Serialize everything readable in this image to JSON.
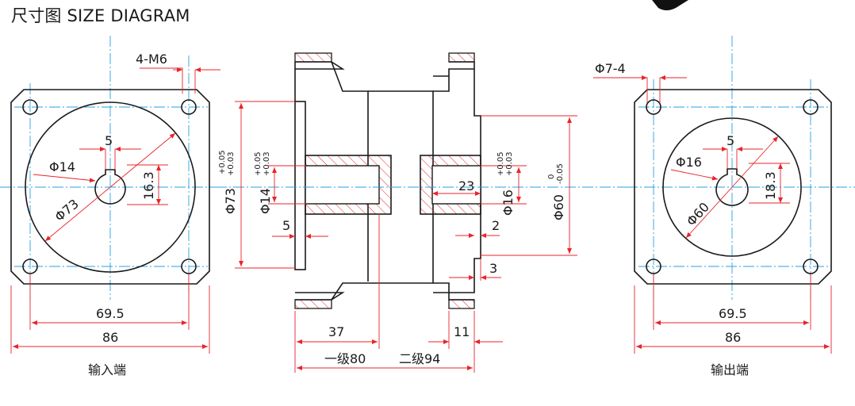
{
  "title": "尺寸图 SIZE DIAGRAM",
  "input_end": {
    "label": "输入端",
    "thread": "4-M6",
    "key_width": "5",
    "bore": "Φ14",
    "key_height": "16.3",
    "pcd": "Φ73",
    "hole_spacing": "69.5",
    "flange_width": "86"
  },
  "side_view": {
    "spigot_dia": "Φ73",
    "spigot_tol_upper": "+0.05",
    "spigot_tol_lower": "+0.03",
    "input_bore": "Φ14",
    "input_bore_tol_upper": "+0.05",
    "input_bore_tol_lower": "+0.03",
    "flange_thickness": "5",
    "input_depth": "37",
    "output_depth": "23",
    "output_bore": "Φ16",
    "output_bore_tol_upper": "+0.05",
    "output_bore_tol_lower": "+0.03",
    "output_spigot": "Φ60",
    "output_spigot_tol_upper": "0",
    "output_spigot_tol_lower": "-0.05",
    "step_a": "2",
    "step_b": "3",
    "output_flange": "11",
    "length_stage1": "一级80",
    "length_stage2": "二级94"
  },
  "output_end": {
    "label": "输出端",
    "holes": "Φ7-4",
    "key_width": "5",
    "bore": "Φ16",
    "key_height": "18.3",
    "pcd": "Φ60",
    "hole_spacing": "69.5",
    "flange_width": "86"
  },
  "colors": {
    "line": "#1a1a1a",
    "dimension": "#e8242b",
    "centerline": "#2aa0e0"
  }
}
